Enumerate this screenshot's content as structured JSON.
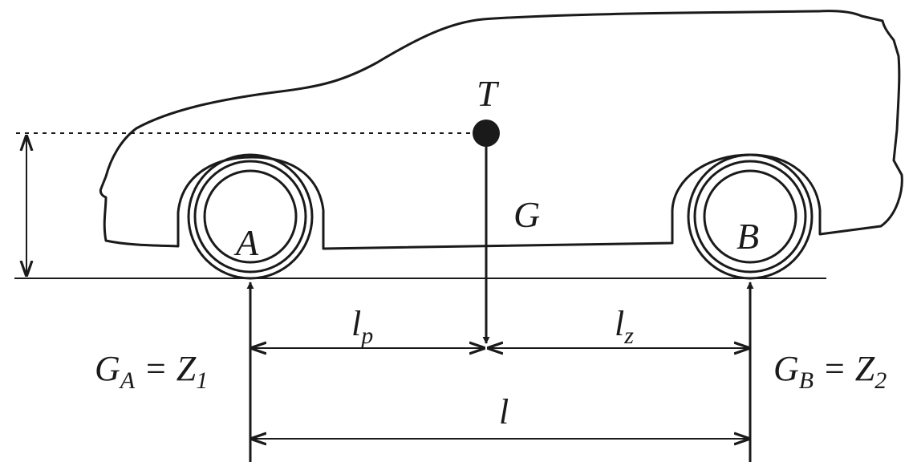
{
  "labels": {
    "center_of_gravity": "T",
    "weight": "G",
    "front_axle": "A",
    "rear_axle": "B",
    "front_distance": "l",
    "front_distance_sub": "p",
    "rear_distance": "l",
    "rear_distance_sub": "z",
    "wheelbase": "l",
    "front_reaction": "G",
    "front_reaction_sub": "A",
    "front_reaction_eq": " = Z",
    "front_reaction_eq_sub": "1",
    "rear_reaction": "G",
    "rear_reaction_sub": "B",
    "rear_reaction_eq": " = Z",
    "rear_reaction_eq_sub": "2"
  },
  "colors": {
    "ink": "#1a1a1a",
    "background": "#ffffff"
  }
}
